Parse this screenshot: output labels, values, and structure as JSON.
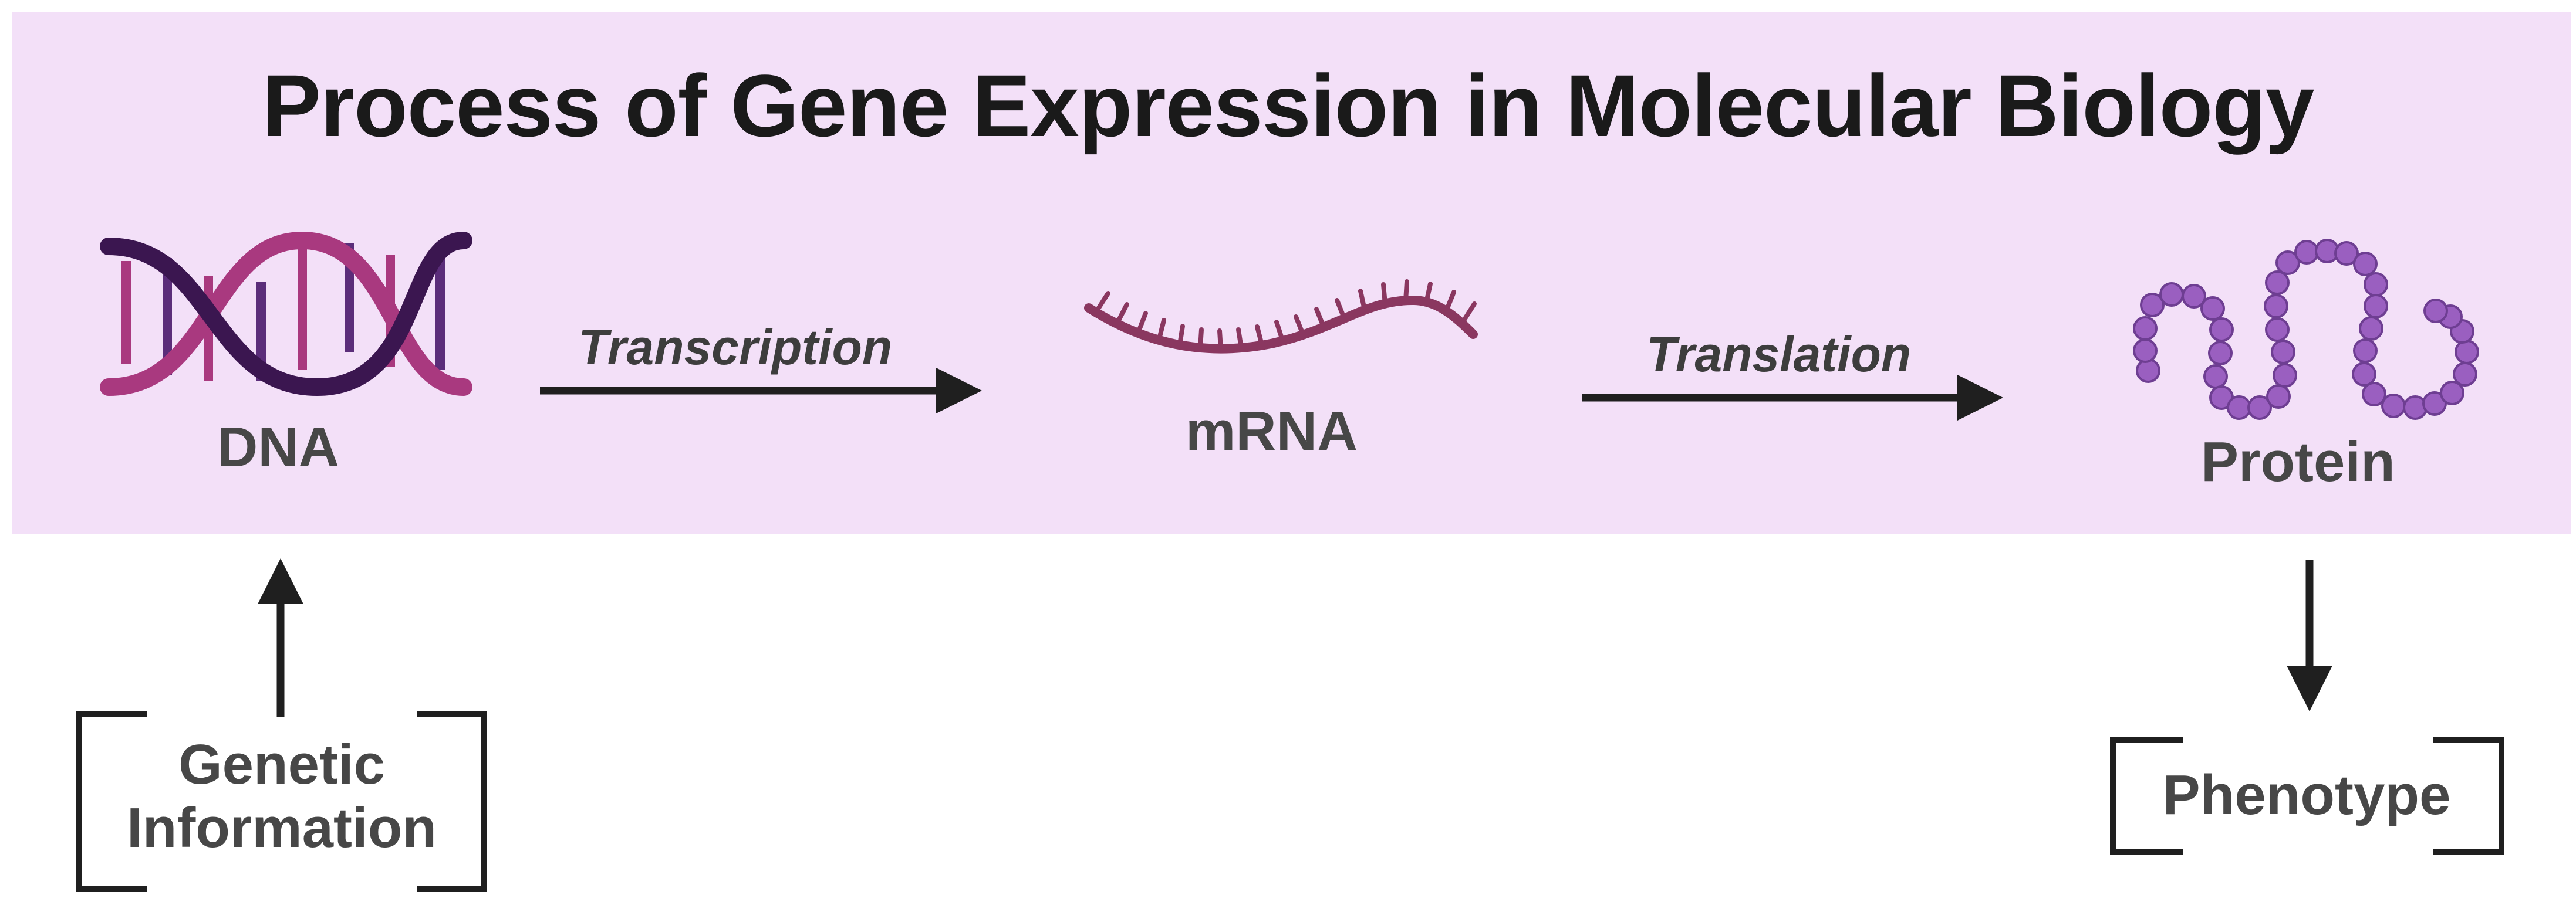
{
  "title": "Process of Gene Expression in Molecular Biology",
  "nodes": {
    "dna": "DNA",
    "mrna": "mRNA",
    "protein": "Protein"
  },
  "steps": {
    "transcription": "Transcription",
    "translation": "Translation"
  },
  "outer": {
    "genetic_information": "Genetic\nInformation",
    "phenotype": "Phenotype"
  },
  "colors": {
    "band": "#f3e0f8",
    "dna_dark": "#3b1650",
    "dna_light": "#a9397f",
    "mrna": "#8a3760",
    "protein": "#9a5fc0",
    "text_dark": "#1a1a1a",
    "text_gray": "#474747"
  }
}
